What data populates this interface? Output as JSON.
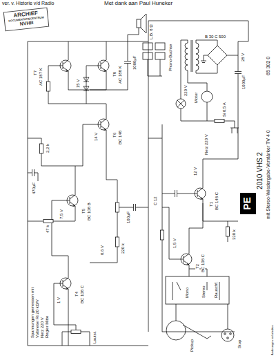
{
  "diagram": {
    "nodes": [
      {
        "text": [
          "ARCHIEF",
          "DOCUMENTATIECENTRUM",
          "NVHR"
        ]
      },
      {
        "text": [
          "PE"
        ]
      }
    ],
    "labels": [
      "ver. v. Historie v/d Radio",
      "Met dank aan Paul Huneker",
      "T7",
      "AC 187 K",
      "T8",
      "AC 188 K",
      "L.B. 8 Ω",
      "Phono-Buchse",
      "1000µF",
      "15 V",
      "T6",
      "BC 148",
      "14 V",
      "470µF",
      "T5",
      "BC 108 B",
      "7,5 V",
      "2,2 k",
      "100µF",
      "0,6 V",
      "T4",
      "BC 108 C",
      "1 V",
      "47 k",
      "220 k",
      "Spannungen gemessen mit",
      "Voltmeter Ri 20 kΩ/V",
      "Netz 220 V",
      "Regler Mitte",
      "Lautst.",
      "Netz 220 V",
      "220 V",
      "B 30 C 500",
      "28 V",
      "1000µF",
      "Si 0,5 A",
      "Motor",
      "T1",
      "BC 148 C",
      "12 V",
      "T2",
      "BC 108 C",
      "1,5 V",
      "C 12",
      "330 k",
      "Mono",
      "Stereo",
      "Rauschf.",
      "Pickup",
      "Stop",
      "2010 VHS 2",
      "mit Stereo-Wiedergabe-Verstärker TV 4 0",
      "65 302 0",
      "Änderungen vorbehalten"
    ]
  }
}
